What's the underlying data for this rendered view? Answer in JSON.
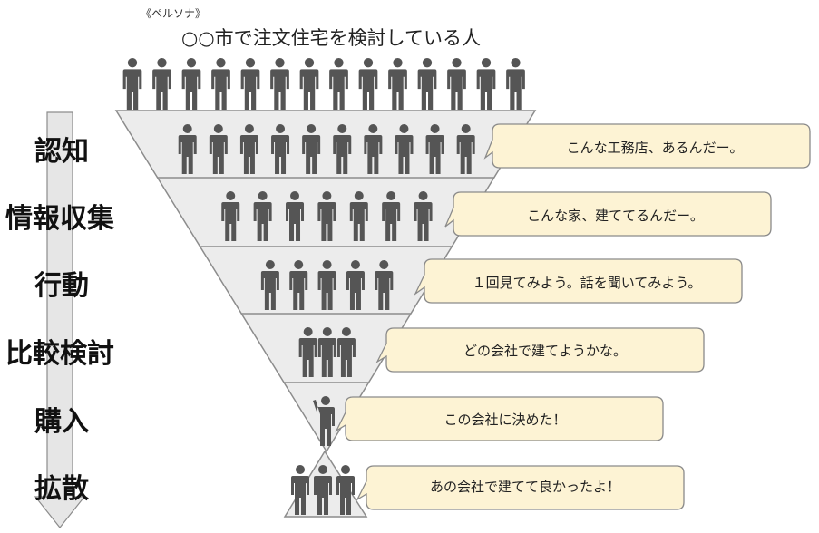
{
  "persona_label": "《ペルソナ》",
  "title": "○○市で注文住宅を検討している人",
  "stages": [
    {
      "label": "認知",
      "comment": "こんな工務店、あるんだー。",
      "people": 10
    },
    {
      "label": "情報収集",
      "comment": "こんな家、建ててるんだー。",
      "people": 7
    },
    {
      "label": "行動",
      "comment": "１回見てみよう。話を聞いてみよう。",
      "people": 5
    },
    {
      "label": "比較検討",
      "comment": "どの会社で建てようかな。",
      "people": 3
    },
    {
      "label": "購入",
      "comment": "この会社に決めた！",
      "people": 1
    },
    {
      "label": "拡散",
      "comment": "あの会社で建てて良かったよ！",
      "people": 3
    }
  ],
  "top_people": 14,
  "colors": {
    "person": "#555555",
    "funnel_fill": "#ececec",
    "funnel_stroke": "#8c8c8c",
    "bubble_fill": "#fdf3d4",
    "bubble_stroke": "#8a8a8a",
    "arrow_fill": "#e6e6e6"
  }
}
